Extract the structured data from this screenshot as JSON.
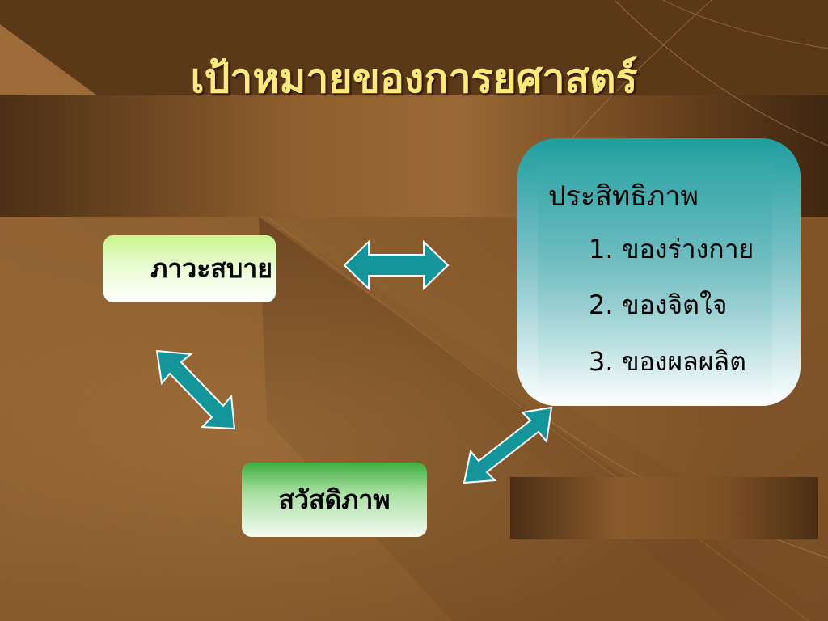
{
  "slide": {
    "title": "เป้าหมายของการยศาสตร์"
  },
  "boxes": {
    "wellbeing": "ภาวะสบาย",
    "welfare": "สวัสดิภาพ",
    "efficiency": {
      "heading": "ประสิทธิภาพ",
      "items": [
        "1. ของร่างกาย",
        "2. ของจิตใจ",
        "3. ของผลผลิต"
      ]
    }
  },
  "colors": {
    "title": "#ffe97a",
    "arrow_fill": "#14959a",
    "arrow_stroke": "#ffffff",
    "background": "#8a5a2c"
  },
  "icons": [
    "double-arrow-icon"
  ]
}
